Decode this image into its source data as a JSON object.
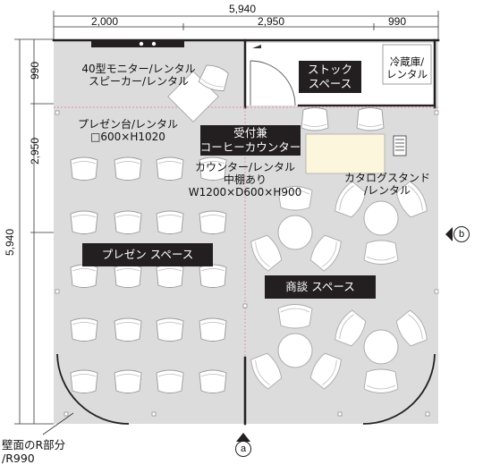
{
  "dimensions": {
    "overall_width": "5,940",
    "seg_left": "2,000",
    "seg_mid": "2,950",
    "seg_right": "990",
    "overall_height": "5,940",
    "left_upper": "990",
    "left_mid": "2,950"
  },
  "labels": {
    "monitor_line1": "40型モニター/レンタル",
    "monitor_line2": "スピーカー/レンタル",
    "podium_line1": "プレゼン台/レンタル",
    "podium_line2": "□600×H1020",
    "reception_line1": "受付兼",
    "reception_line2": "コーヒーカウンター",
    "counter_line1": "カウンター/レンタル",
    "counter_line2": "中棚あり",
    "counter_line3": "W1200×D600×H900",
    "catalog_line1": "カタログスタンド",
    "catalog_line2": "/レンタル",
    "fridge_line1": "冷蔵庫/",
    "fridge_line2": "レンタル",
    "stock_line1": "ストック",
    "stock_line2": "スペース",
    "presen_space": "プレゼン スペース",
    "meeting_space": "商談 スペース",
    "wall_line1": "壁面のR部分",
    "wall_line2": "/R990"
  },
  "markers": {
    "a": "a",
    "b": "b"
  },
  "colors": {
    "floor": "#dcdcdc",
    "wall": "#231f20",
    "label_bg": "#231f20",
    "counter": "#fbf6dc",
    "furniture": "#ffffff"
  }
}
